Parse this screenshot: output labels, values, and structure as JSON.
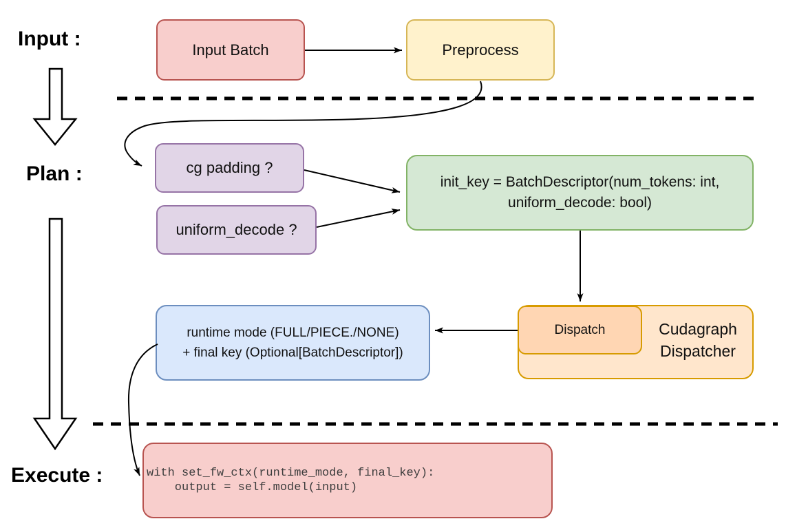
{
  "diagram": {
    "stage_labels": {
      "input": "Input :",
      "plan": "Plan :",
      "execute": "Execute :"
    },
    "nodes": {
      "input_batch": "Input Batch",
      "preprocess": "Preprocess",
      "cg_padding": "cg padding ?",
      "uniform_decode": "uniform_decode ?",
      "init_key_line1": "init_key = BatchDescriptor(num_tokens: int,",
      "init_key_line2": "uniform_decode: bool)",
      "runtime_mode_line1": "runtime mode (FULL/PIECE./NONE)",
      "runtime_mode_line2": "+ final key (Optional[BatchDescriptor])",
      "dispatch": "Dispatch",
      "cudagraph_line1": "Cudagraph",
      "cudagraph_line2": "Dispatcher",
      "code_line1": "with set_fw_ctx(runtime_mode, final_key):",
      "code_line2": "    output = self.model(input)"
    },
    "palette": {
      "red_fill": "#f8cecc",
      "red_stroke": "#b85450",
      "yellow_fill": "#fff2cc",
      "yellow_stroke": "#d6b656",
      "purple_fill": "#e1d5e7",
      "purple_stroke": "#9673a6",
      "green_fill": "#d5e8d4",
      "green_stroke": "#82b366",
      "blue_fill": "#dae8fc",
      "blue_stroke": "#6c8ebf",
      "orange_fill": "#ffe6cc",
      "orange_stroke": "#d79b00",
      "dispatch_fill": "#ffd6b3",
      "arrow_color": "#000000"
    }
  }
}
